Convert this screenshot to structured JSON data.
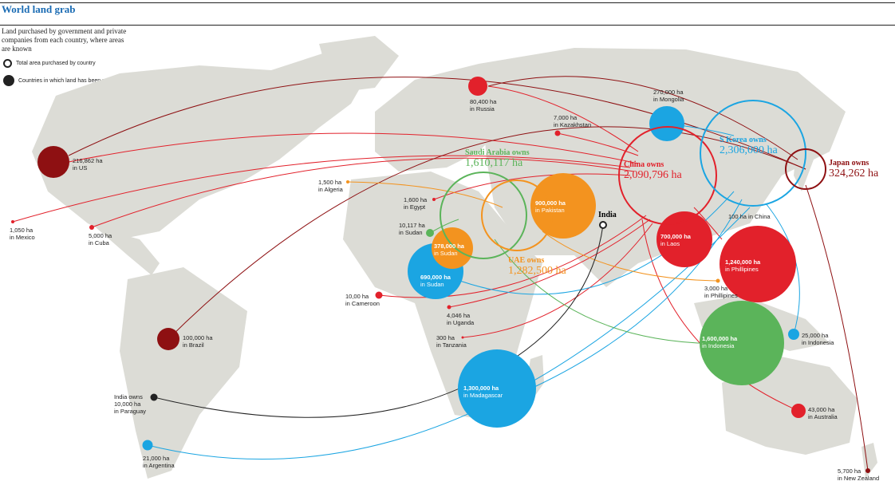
{
  "header": {
    "title": "World land grab",
    "subtitle": "Land purchased by government and private companies from each country, where areas are known"
  },
  "legend": {
    "ring_label": "Total area purchased by country",
    "dot_label": "Countries in which land has been purchased"
  },
  "colors": {
    "china": "#e2212b",
    "japan": "#8e1012",
    "skorea": "#1ba5e2",
    "saudi": "#5bb45a",
    "uae": "#f3931f",
    "india": "#222222",
    "land": "#dcdcd6"
  },
  "buyers": {
    "china": {
      "name": "China owns",
      "value": "2,090,796 ha"
    },
    "skorea": {
      "name": "S Korea owns",
      "value": "2,306,000 ha"
    },
    "japan": {
      "name": "Japan owns",
      "value": "324,262 ha"
    },
    "saudi": {
      "name": "Saudi Arabia owns",
      "value": "1,610,117 ha"
    },
    "uae": {
      "name": "UAE owns",
      "value": "1,282,500 ha"
    },
    "india": {
      "name": "India"
    }
  },
  "targets": {
    "russia": {
      "value": "80,400 ha",
      "place": "in Russia"
    },
    "kazakhstan": {
      "value": "7,000 ha",
      "place": "in Kazakhstan"
    },
    "mongolia": {
      "value": "270,000 ha",
      "place": "in Mongolia"
    },
    "us": {
      "value": "216,862 ha",
      "place": "in US"
    },
    "mexico": {
      "value": "1,050 ha",
      "place": "in Mexico"
    },
    "cuba": {
      "value": "5,000 ha",
      "place": "in Cuba"
    },
    "algeria": {
      "value": "1,500 ha",
      "place": "in Algeria"
    },
    "egypt": {
      "value": "1,600 ha",
      "place": "in Egypt"
    },
    "sudan_s": {
      "value": "10,117 ha",
      "place": "in Sudan"
    },
    "sudan_u": {
      "value": "378,000 ha",
      "place": "in Sudan"
    },
    "sudan_k": {
      "value": "690,000 ha",
      "place": "in Sudan"
    },
    "pakistan": {
      "value": "900,000 ha",
      "place": "in Pakistan"
    },
    "china_in": {
      "value": "100 ha",
      "place": "in China"
    },
    "laos": {
      "value": "700,000 ha",
      "place": "in Laos"
    },
    "phil_big": {
      "value": "1,240,000 ha",
      "place": "in Phillipines"
    },
    "phil_small": {
      "value": "3,000 ha",
      "place": "in Phillipines"
    },
    "cameroon": {
      "value": "10,00 ha",
      "place": "in Cameroon"
    },
    "uganda": {
      "value": "4,046 ha",
      "place": "in Uganda"
    },
    "tanzania": {
      "value": "300 ha",
      "place": "in Tanzania"
    },
    "indonesia_big": {
      "value": "1,600,000 ha",
      "place": "in Indonesia"
    },
    "indonesia_small": {
      "value": "25,000 ha",
      "place": "in Indonesia"
    },
    "brazil": {
      "value": "100,000 ha",
      "place": "in Brazil"
    },
    "madagascar": {
      "value": "1,300,000 ha",
      "place": "in Madagascar"
    },
    "paraguay": {
      "lead": "India owns",
      "value": "10,000 ha",
      "place": "in Paraguay"
    },
    "argentina": {
      "value": "21,000 ha",
      "place": "in Argentina"
    },
    "australia": {
      "value": "43,000 ha",
      "place": "in Australia"
    },
    "nz": {
      "value": "5,700 ha",
      "place": "in New Zealand"
    }
  }
}
